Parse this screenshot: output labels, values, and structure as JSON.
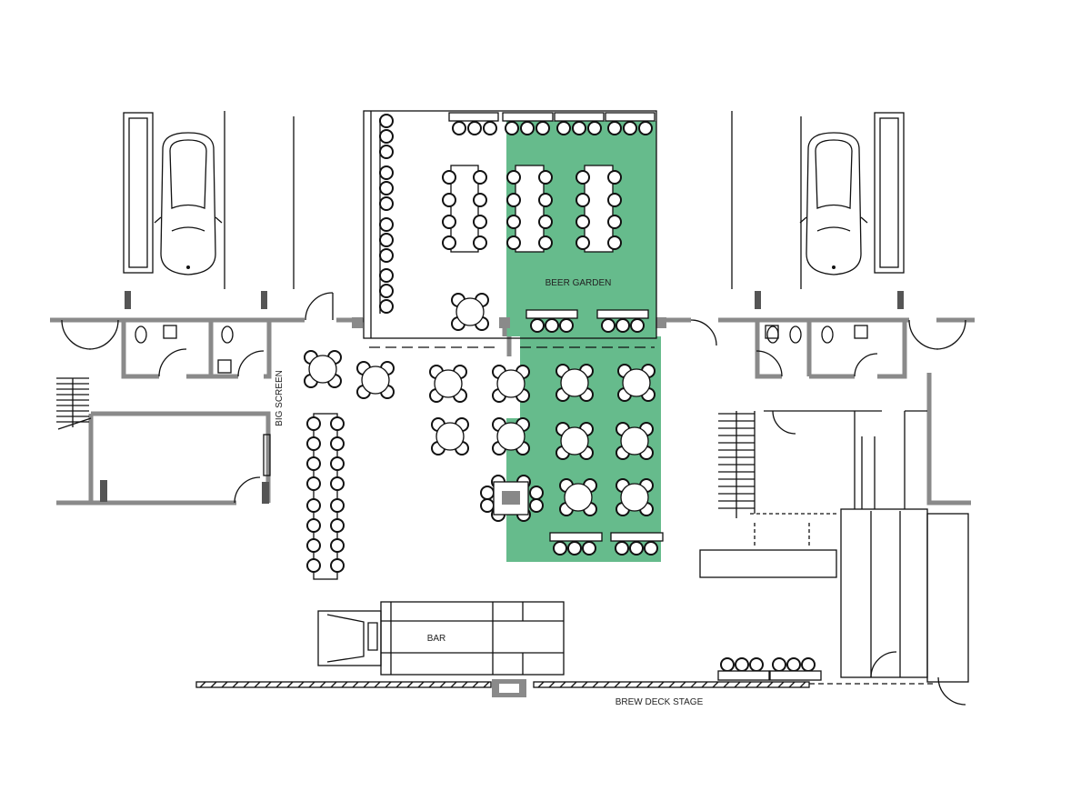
{
  "labels": {
    "beer_garden": "BEER GARDEN",
    "bar": "BAR",
    "big_screen": "BIG SCREEN",
    "brew_deck_stage": "BREW DECK STAGE"
  },
  "colors": {
    "beer_garden_fill": "#66bb8c",
    "wall": "#8a8a8a",
    "line": "#111111"
  }
}
